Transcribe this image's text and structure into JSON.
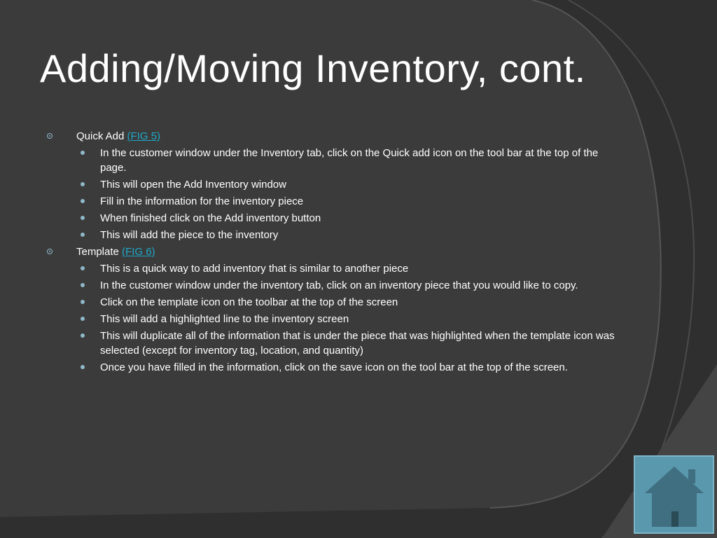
{
  "slide": {
    "title": "Adding/Moving Inventory, cont.",
    "sections": [
      {
        "label": "Quick Add ",
        "link": "(FIG 5)",
        "items": [
          "In the customer window under the Inventory tab, click on the Quick add icon on the tool bar at the top of the page.",
          "This will open the  Add Inventory window",
          "Fill in the information for the inventory piece",
          "When finished click on the Add inventory button",
          "This will add the piece to the inventory"
        ]
      },
      {
        "label": "Template ",
        "link": "(FIG 6)",
        "items": [
          "This is a quick way to add inventory that is similar to another piece",
          "In the customer window under the inventory tab, click on an inventory piece that you would like to copy.",
          "Click on the template icon on the toolbar at the top of the screen",
          "This will add a highlighted line to the inventory screen",
          "This will duplicate all of the information that  is under the piece that was highlighted when the template icon was selected  (except for inventory tag, location, and quantity)",
          "Once you have filled in the information, click on the save icon on the tool bar at the top of the screen."
        ]
      }
    ]
  },
  "home_button": {
    "icon": "home-icon"
  },
  "colors": {
    "background": "#2f2f2f",
    "panel": "#3a3a3a",
    "link": "#1ea8c8",
    "bullet": "#8fb8c9",
    "home_button": "#5a98ad",
    "home_icon": "#3f6f80"
  }
}
